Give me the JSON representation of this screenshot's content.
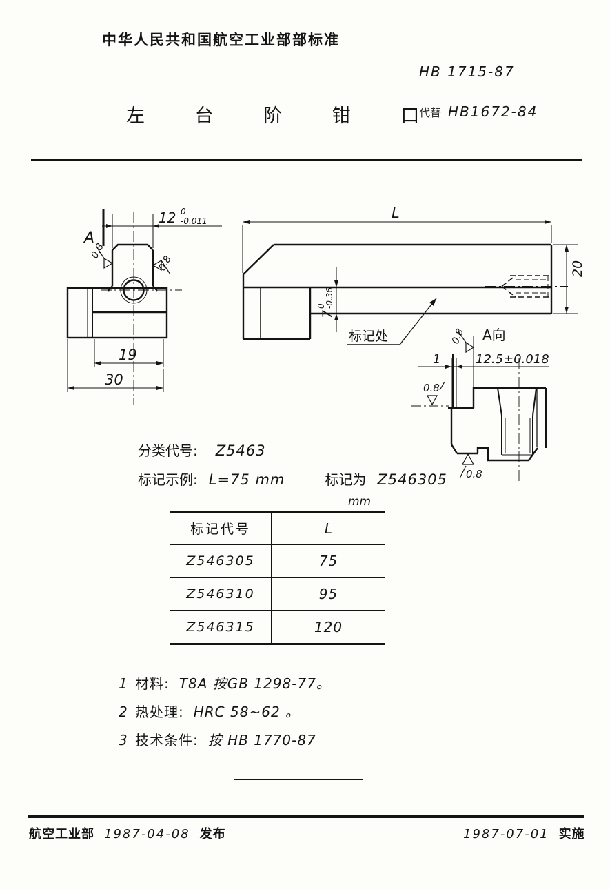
{
  "header": {
    "title": "中华人民共和国航空工业部部标准",
    "standard_no": "HB 1715-87",
    "replaces_label": "代替",
    "replaces_no": "HB1672-84",
    "doc_title": "左台阶钳口"
  },
  "front_view": {
    "view_label": "A",
    "dim12": "12",
    "dim12_tol_upper": "0",
    "dim12_tol_lower": "-0.011",
    "dim19": "19",
    "dim30": "30",
    "roughness_left": "0.8",
    "roughness_right": "0.8"
  },
  "side_view": {
    "dim_length": "L",
    "dim7": "7",
    "dim7_tol_upper": "0",
    "dim7_tol_lower": "-0.36",
    "dim20": "20",
    "marking_label": "标记处"
  },
  "a_view": {
    "view_label": "A向",
    "dim1": "1",
    "dim125": "12.5±0.018",
    "roughness_top": "0.8",
    "roughness_left": "0.8",
    "roughness_bottom": "0.8"
  },
  "classification": {
    "class_label": "分类代号:",
    "class_code": "Z5463",
    "example_label": "标记示例:",
    "example_value": "L=75 mm",
    "marking_label": "标记为",
    "marking_value": "Z546305"
  },
  "table": {
    "unit": "mm",
    "col1_header": "标记代号",
    "col2_header": "L",
    "rows": [
      {
        "code": "Z546305",
        "l": "75"
      },
      {
        "code": "Z546310",
        "l": "95"
      },
      {
        "code": "Z546315",
        "l": "120"
      }
    ]
  },
  "notes": [
    {
      "num": "1",
      "label": "材料:",
      "text": "T8A  按GB 1298-77。"
    },
    {
      "num": "2",
      "label": "热处理:",
      "text": "HRC 58~62 。"
    },
    {
      "num": "3",
      "label": "技术条件:",
      "text": "按 HB 1770-87"
    }
  ],
  "footer": {
    "issuer": "航空工业部",
    "issue_date": "1987-04-08",
    "issue_label": "发布",
    "impl_date": "1987-07-01",
    "impl_label": "实施"
  }
}
